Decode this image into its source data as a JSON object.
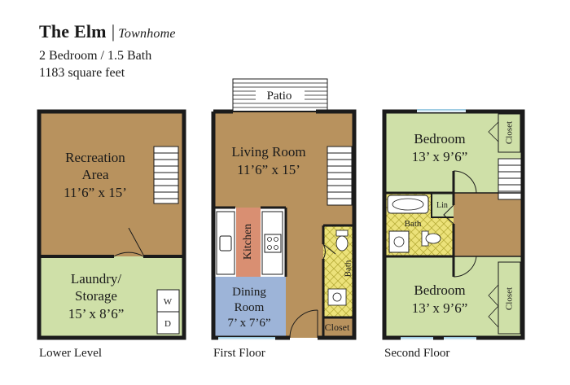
{
  "header": {
    "name": "The Elm",
    "separator": "|",
    "type": "Townhome",
    "bedrooms": "2 Bedroom / 1.5 Bath",
    "area": "1183 square feet"
  },
  "colors": {
    "recreation": "#b8925e",
    "laundry": "#cfe0a8",
    "living": "#b8925e",
    "kitchen": "#d98f72",
    "dining": "#9db4d8",
    "bath": "#ece27a",
    "bedroom": "#cfe0a8",
    "wall": "#1b1b1b",
    "window": "#a9d2e6"
  },
  "floors": {
    "lower": {
      "label": "Lower Level",
      "recreation": {
        "name1": "Recreation",
        "name2": "Area",
        "size": "11’6” x 15’"
      },
      "laundry": {
        "name1": "Laundry/",
        "name2": "Storage",
        "size": "15’ x 8’6”"
      },
      "washer": "W",
      "dryer": "D"
    },
    "first": {
      "label": "First Floor",
      "patio": "Patio",
      "living": {
        "name": "Living Room",
        "size": "11’6” x 15’"
      },
      "kitchen": "Kitchen",
      "dining": {
        "name1": "Dining",
        "name2": "Room",
        "size": "7’ x 7’6”"
      },
      "bath": "Bath",
      "closet": "Closet"
    },
    "second": {
      "label": "Second Floor",
      "bedroom1": {
        "name": "Bedroom",
        "size": "13’ x 9’6”"
      },
      "bedroom2": {
        "name": "Bedroom",
        "size": "13’ x 9’6”"
      },
      "closet1": "Closet",
      "closet2": "Closet",
      "bath": "Bath",
      "linen": "Lin"
    }
  }
}
